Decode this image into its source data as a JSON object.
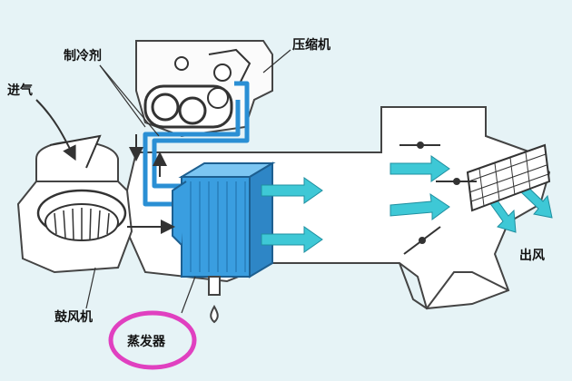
{
  "labels": {
    "refrigerant": "制冷剂",
    "compressor": "压缩机",
    "air_intake": "进气",
    "blower": "鼓风机",
    "evaporator": "蒸发器",
    "air_outlet": "出风"
  },
  "colors": {
    "background": "#e6f3f6",
    "housing": "#ffffff",
    "outline": "#333333",
    "pipe": "#2a8fd4",
    "evaporator": "#3a9ee0",
    "airflow_arrow": "#3ec8d6",
    "highlight_circle": "#e040c0"
  }
}
